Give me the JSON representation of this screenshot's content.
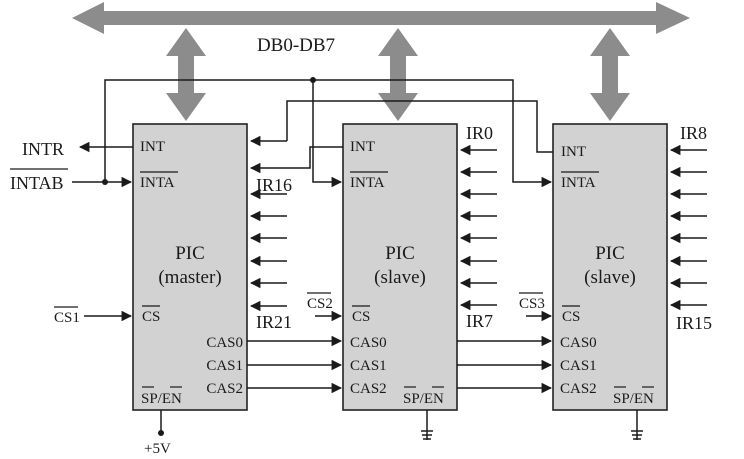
{
  "bus": {
    "label": "DB0-DB7"
  },
  "master": {
    "title": "PIC",
    "role": "(master)",
    "pins": {
      "int": "INT",
      "inta": "INTA",
      "cs": "CS",
      "cas0": "CAS0",
      "cas1": "CAS1",
      "cas2": "CAS2",
      "spen": "SP/EN"
    }
  },
  "slave1": {
    "title": "PIC",
    "role": "(slave)",
    "pins": {
      "int": "INT",
      "inta": "INTA",
      "cs": "CS",
      "cas0": "CAS0",
      "cas1": "CAS1",
      "cas2": "CAS2",
      "spen": "SP/EN"
    }
  },
  "slave2": {
    "title": "PIC",
    "role": "(slave)",
    "pins": {
      "int": "INT",
      "inta": "INTA",
      "cs": "CS",
      "cas0": "CAS0",
      "cas1": "CAS1",
      "cas2": "CAS2",
      "spen": "SP/EN"
    }
  },
  "signals": {
    "intr": "INTR",
    "intab": "INTAB",
    "cs1": "CS1",
    "cs2": "CS2",
    "cs3": "CS3",
    "ir16": "IR16",
    "ir21": "IR21",
    "ir0": "IR0",
    "ir7": "IR7",
    "ir8": "IR8",
    "ir15": "IR15",
    "vcc": "+5V"
  }
}
